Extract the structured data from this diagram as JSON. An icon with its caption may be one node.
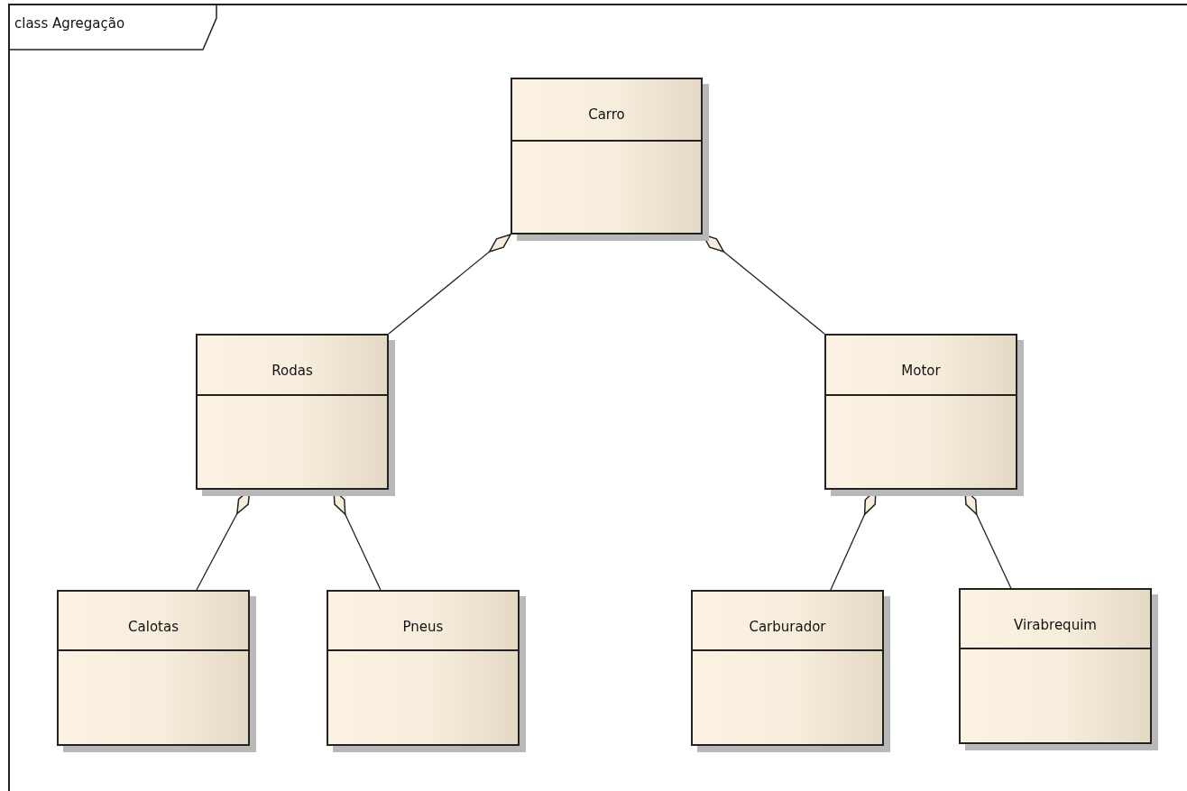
{
  "diagram": {
    "title": "class Agregação",
    "nodes": [
      {
        "text": [
          "Carro"
        ]
      },
      {
        "text": [
          "Rodas"
        ]
      },
      {
        "text": [
          "Motor"
        ]
      },
      {
        "text": [
          "Calotas"
        ]
      },
      {
        "text": [
          "Pneus"
        ]
      },
      {
        "text": [
          "Carburador"
        ]
      },
      {
        "text": [
          "Virabrequim"
        ]
      }
    ],
    "edges": [
      {
        "from": 1,
        "to": 0,
        "arrow": "other"
      },
      {
        "from": 2,
        "to": 0,
        "arrow": "other"
      },
      {
        "from": 3,
        "to": 1,
        "arrow": "other"
      },
      {
        "from": 4,
        "to": 1,
        "arrow": "other"
      },
      {
        "from": 5,
        "to": 2,
        "arrow": "other"
      },
      {
        "from": 6,
        "to": 2,
        "arrow": "other"
      }
    ]
  }
}
